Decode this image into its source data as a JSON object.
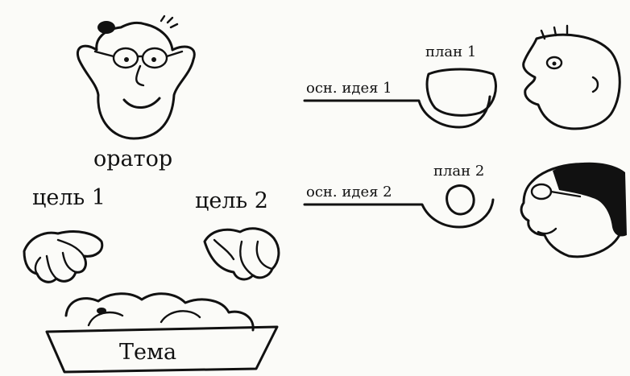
{
  "labels": {
    "speaker": "оратор",
    "goal1": "цель 1",
    "goal2": "цель 2",
    "topic": "Тема",
    "idea1": "осн. идея 1",
    "plan1": "план 1",
    "idea2": "осн. идея 2",
    "plan2": "план 2"
  },
  "colors": {
    "ink": "#111111",
    "paper": "#fbfbf8"
  }
}
